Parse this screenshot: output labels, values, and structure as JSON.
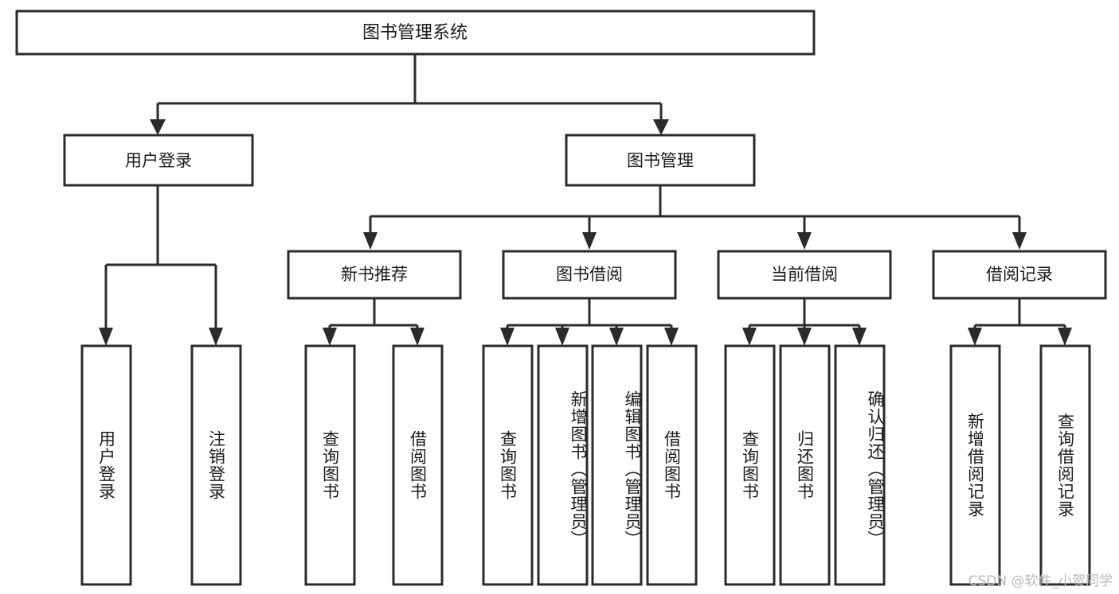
{
  "diagram": {
    "type": "tree",
    "title": "图书管理系统",
    "watermark": "CSDN @软件_小贺同学",
    "colors": {
      "box_stroke": "#2b2b2b",
      "box_fill": "#ffffff",
      "text": "#1b1b1b",
      "connector": "#2b2b2b",
      "watermark": "#b9b9b9",
      "background": "#ffffff"
    },
    "root": {
      "label": "图书管理系统",
      "id": "root"
    },
    "level2": [
      {
        "id": "user-login",
        "label": "用户登录"
      },
      {
        "id": "book-management",
        "label": "图书管理"
      }
    ],
    "level3": [
      {
        "id": "new-book-recommend",
        "label": "新书推荐",
        "parent": "book-management"
      },
      {
        "id": "book-borrow",
        "label": "图书借阅",
        "parent": "book-management"
      },
      {
        "id": "current-borrow",
        "label": "当前借阅",
        "parent": "book-management"
      },
      {
        "id": "borrow-record",
        "label": "借阅记录",
        "parent": "book-management"
      }
    ],
    "leaves": [
      {
        "id": "leaf-user-login",
        "label": "用户登录",
        "parent": "user-login"
      },
      {
        "id": "leaf-user-logout",
        "label": "注销登录",
        "parent": "user-login"
      },
      {
        "id": "leaf-query-book-1",
        "label": "查询图书",
        "parent": "new-book-recommend"
      },
      {
        "id": "leaf-borrow-book-1",
        "label": "借阅图书",
        "parent": "new-book-recommend"
      },
      {
        "id": "leaf-query-book-2",
        "label": "查询图书",
        "parent": "book-borrow"
      },
      {
        "id": "leaf-add-book",
        "label": "新增图书（管理员）",
        "parent": "book-borrow"
      },
      {
        "id": "leaf-edit-book",
        "label": "编辑图书（管理员）",
        "parent": "book-borrow"
      },
      {
        "id": "leaf-borrow-book-2",
        "label": "借阅图书",
        "parent": "book-borrow"
      },
      {
        "id": "leaf-query-book-3",
        "label": "查询图书",
        "parent": "current-borrow"
      },
      {
        "id": "leaf-return-book",
        "label": "归还图书",
        "parent": "current-borrow"
      },
      {
        "id": "leaf-confirm-return",
        "label": "确认归还（管理员）",
        "parent": "current-borrow"
      },
      {
        "id": "leaf-add-record",
        "label": "新增借阅记录",
        "parent": "borrow-record"
      },
      {
        "id": "leaf-query-record",
        "label": "查询借阅记录",
        "parent": "borrow-record"
      }
    ]
  }
}
